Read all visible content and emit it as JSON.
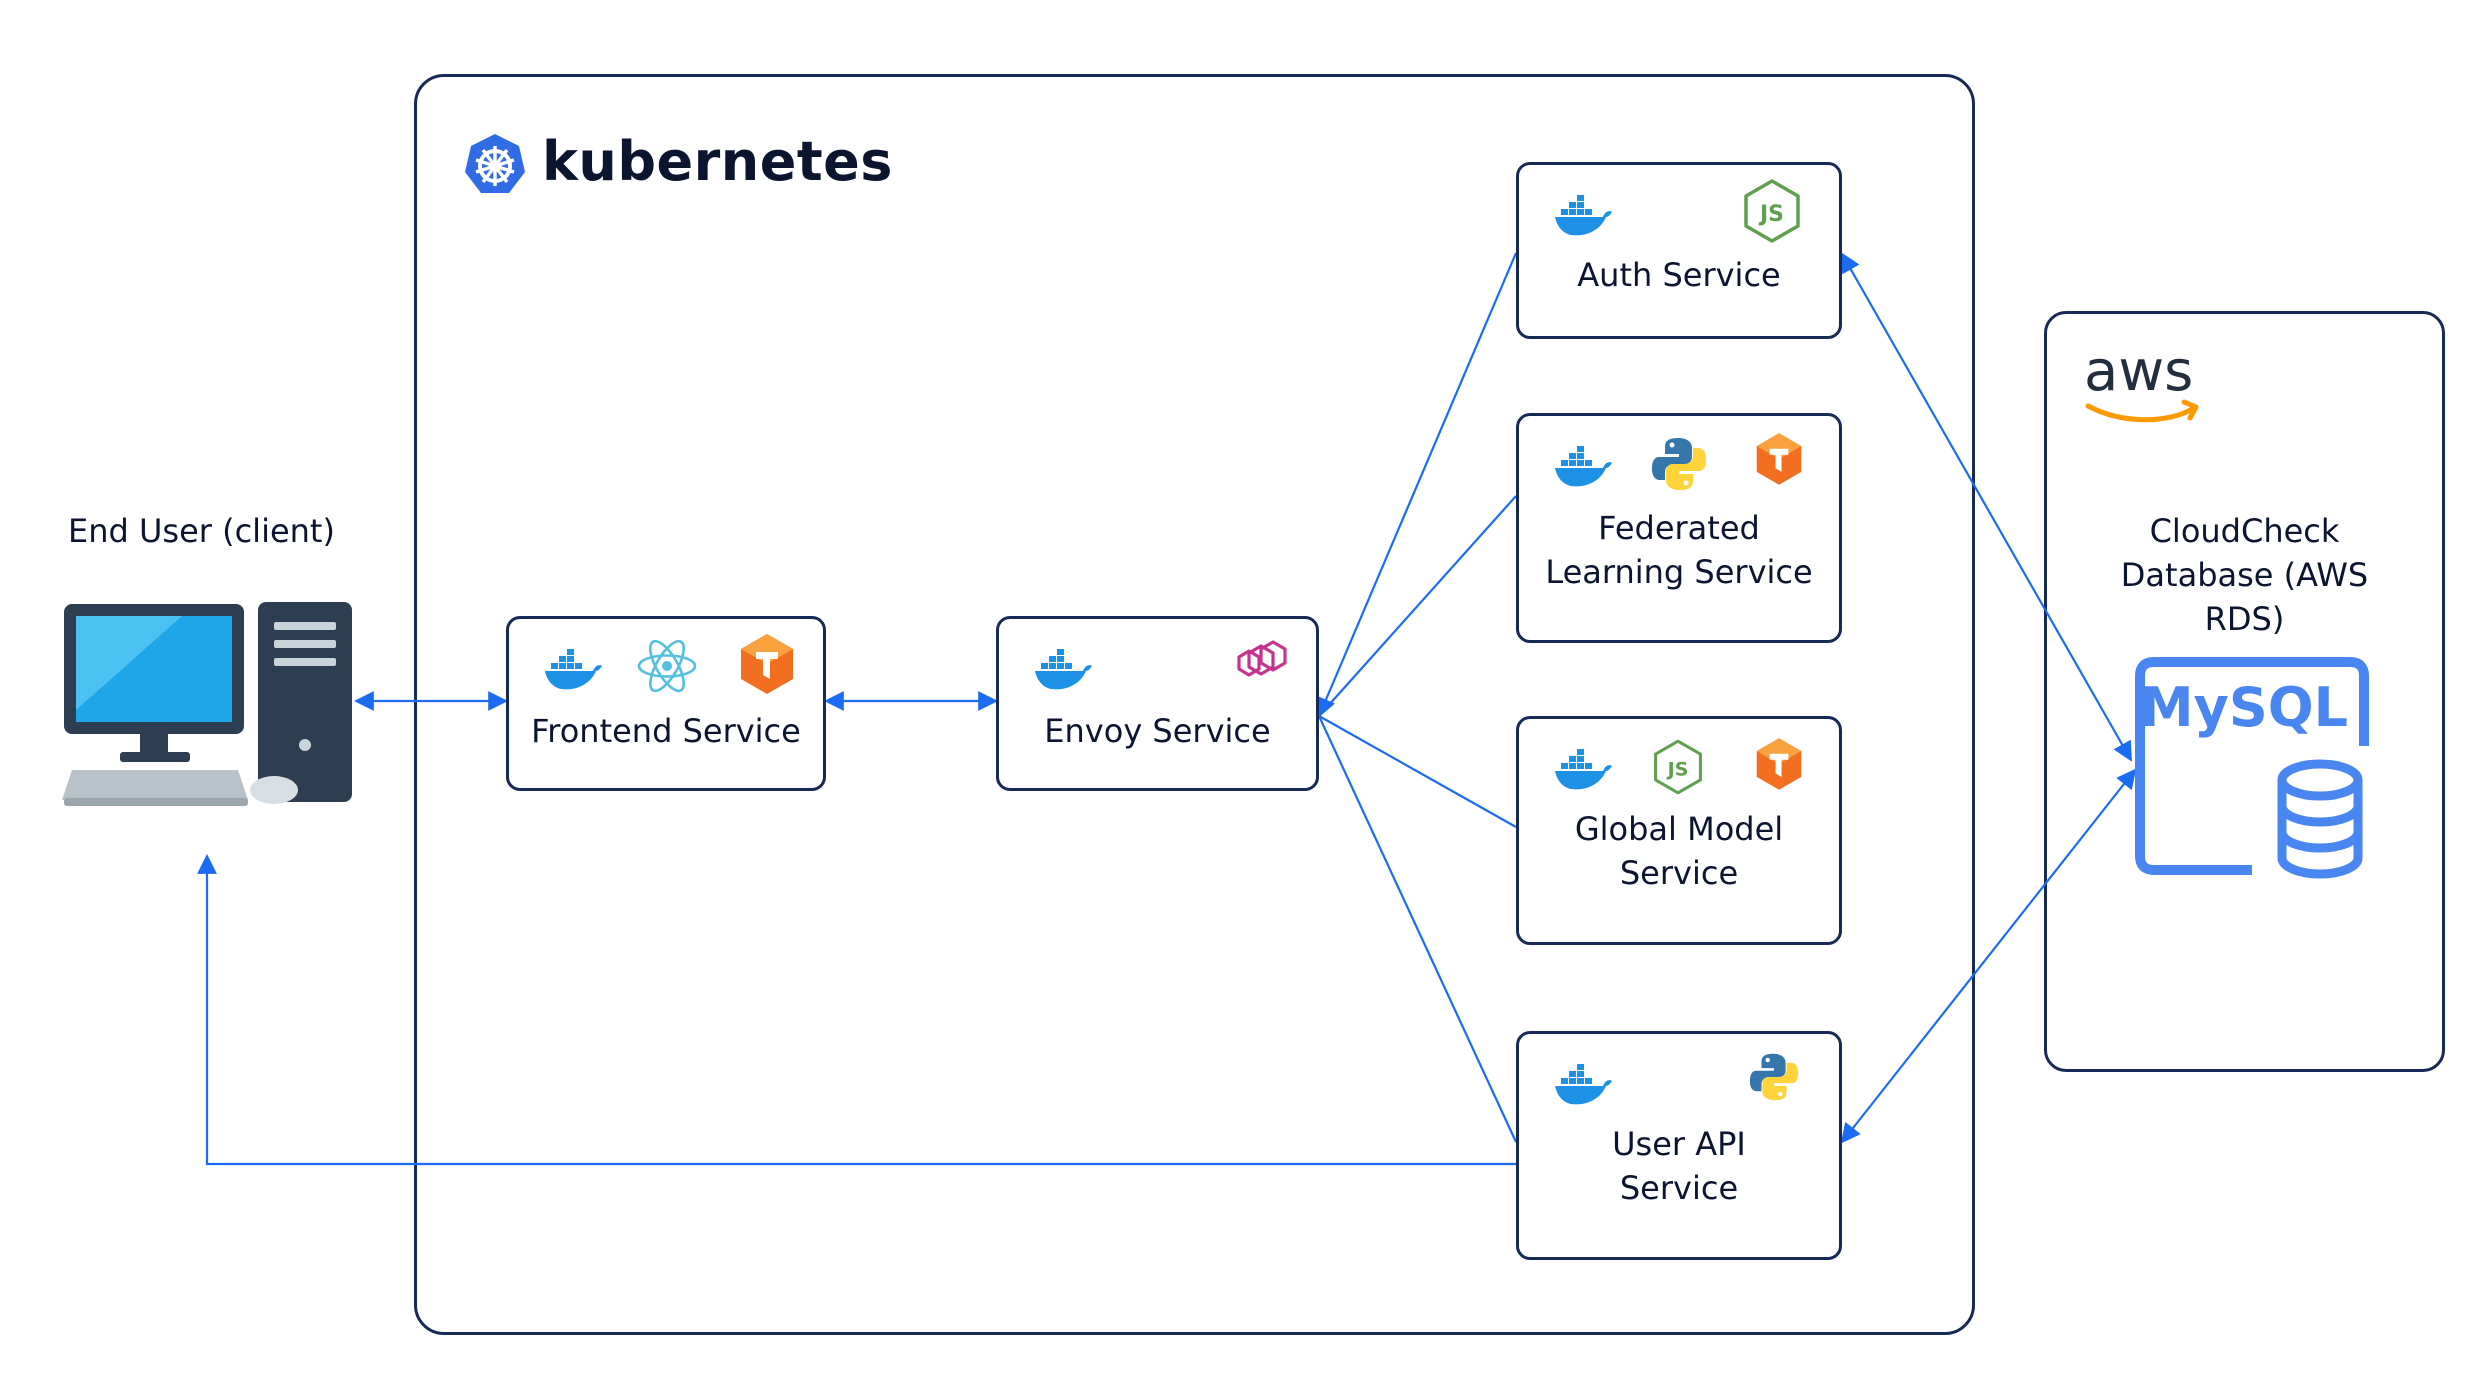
{
  "colors": {
    "border": "#172a55",
    "arrow": "#1b6cf2",
    "docker": "#1d91e6",
    "react": "#53c1de",
    "tensorflow": "#f26f21",
    "node": "#5fa04e",
    "python_blue": "#3776ab",
    "python_yellow": "#ffd43b",
    "envoy": "#c6338f",
    "kubernetes": "#326ce5",
    "mysql": "#4a86f0",
    "aws_orange": "#ff9900"
  },
  "kubernetes": {
    "label": "kubernetes"
  },
  "client": {
    "label": "End User (client)"
  },
  "services": {
    "frontend": {
      "label": "Frontend Service",
      "icons": [
        "docker-icon",
        "react-icon",
        "tensorflow-icon"
      ]
    },
    "envoy": {
      "label": "Envoy Service",
      "icons": [
        "docker-icon",
        "envoy-icon"
      ]
    },
    "auth": {
      "label": "Auth Service",
      "icons": [
        "docker-icon",
        "nodejs-icon"
      ]
    },
    "federated": {
      "label_line1": "Federated",
      "label_line2": "Learning Service",
      "icons": [
        "docker-icon",
        "python-icon",
        "tensorflow-icon"
      ]
    },
    "global_model": {
      "label_line1": "Global Model",
      "label_line2": "Service",
      "icons": [
        "docker-icon",
        "nodejs-icon",
        "tensorflow-icon"
      ]
    },
    "user_api": {
      "label_line1": "User API",
      "label_line2": "Service",
      "icons": [
        "docker-icon",
        "python-icon"
      ]
    }
  },
  "aws": {
    "logo": "aws",
    "database_line1": "CloudCheck",
    "database_line2": "Database (AWS",
    "database_line3": "RDS)",
    "mysql_logo": "MySQL"
  }
}
